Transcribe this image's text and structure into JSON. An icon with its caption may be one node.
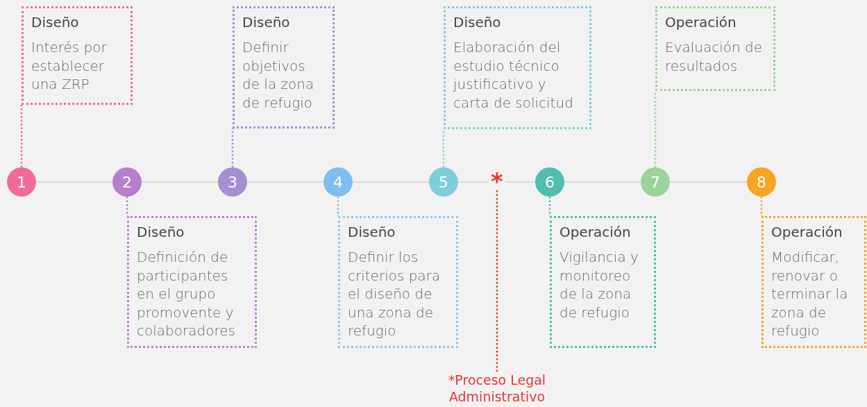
{
  "diagram": {
    "nodes": [
      {
        "text": [
          "1"
        ]
      },
      {
        "text": [
          "2"
        ]
      },
      {
        "text": [
          "3"
        ]
      },
      {
        "text": [
          "4"
        ]
      },
      {
        "text": [
          "5"
        ]
      },
      {
        "text": [
          "*"
        ]
      },
      {
        "text": [
          "6"
        ]
      },
      {
        "text": [
          "7"
        ]
      },
      {
        "text": [
          "8"
        ]
      },
      {
        "text": [
          "Diseño",
          "Interés por establecer una ZRP"
        ]
      },
      {
        "text": [
          "Diseño",
          "Definición de participantes en el grupo promovente y colaboradores"
        ]
      },
      {
        "text": [
          "Diseño",
          "Definir objetivos de la zona de refugio"
        ]
      },
      {
        "text": [
          "Diseño",
          "Definir los criterios para el diseño de una zona de refugio"
        ]
      },
      {
        "text": [
          "Diseño",
          "Elaboración del estudio técnico justificativo y carta de solicitud"
        ]
      },
      {
        "text": [
          "Operación",
          "Vigilancia y monitoreo de la zona de refugio"
        ]
      },
      {
        "text": [
          "Operación",
          "Evaluación de resultados"
        ]
      },
      {
        "text": [
          "Operación",
          "Modificar, renovar o terminar la zona de refugio"
        ]
      },
      {
        "text": [
          "*Proceso Legal Administrativo"
        ]
      }
    ],
    "edges": [
      {
        "from": 0,
        "to": 1,
        "arrow": "none"
      },
      {
        "from": 1,
        "to": 2,
        "arrow": "none"
      },
      {
        "from": 2,
        "to": 3,
        "arrow": "none"
      },
      {
        "from": 3,
        "to": 4,
        "arrow": "none"
      },
      {
        "from": 4,
        "to": 5,
        "arrow": "none"
      },
      {
        "from": 5,
        "to": 6,
        "arrow": "none"
      },
      {
        "from": 6,
        "to": 7,
        "arrow": "none"
      },
      {
        "from": 7,
        "to": 8,
        "arrow": "none"
      },
      {
        "from": 0,
        "to": 9,
        "arrow": "none",
        "style": "dashed",
        "color": "#f06b9b"
      },
      {
        "from": 1,
        "to": 10,
        "arrow": "none",
        "style": "dashed",
        "color": "#b57fcb"
      },
      {
        "from": 2,
        "to": 11,
        "arrow": "none",
        "style": "dashed",
        "color": "#a58fd2"
      },
      {
        "from": 3,
        "to": 12,
        "arrow": "none",
        "style": "dashed",
        "color": "#7dbdf0"
      },
      {
        "from": 4,
        "to": 13,
        "arrow": "none",
        "style": "dashed",
        "color": "#7fcedc"
      },
      {
        "from": 6,
        "to": 14,
        "arrow": "none",
        "style": "dashed",
        "color": "#4fbeb0"
      },
      {
        "from": 7,
        "to": 15,
        "arrow": "none",
        "style": "dashed",
        "color": "#9bd39b"
      },
      {
        "from": 8,
        "to": 16,
        "arrow": "none",
        "style": "dashed",
        "color": "#f5a623"
      },
      {
        "from": 5,
        "to": 17,
        "arrow": "none",
        "style": "dashed",
        "color": "#e53935"
      }
    ]
  }
}
